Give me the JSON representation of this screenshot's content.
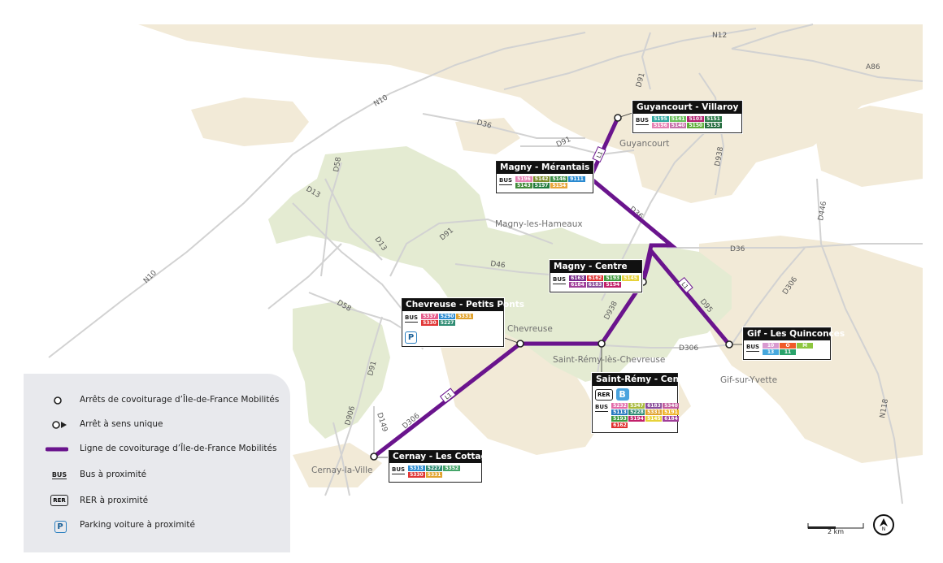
{
  "colors": {
    "line": "#6a148d",
    "urban": "#f2ead7",
    "green": "#e5ecd3",
    "road": "#d2d2d2"
  },
  "roads": [
    "N12",
    "A86",
    "N10",
    "N10",
    "D36",
    "D91",
    "D91",
    "D91",
    "D91",
    "D938",
    "D938",
    "D58",
    "D58",
    "D13",
    "D13",
    "D36",
    "D46",
    "D36",
    "D95",
    "D306",
    "D306",
    "D306",
    "D446",
    "N118",
    "D906",
    "D149"
  ],
  "towns": [
    "Guyancourt",
    "Magny-les-Hameaux",
    "Chevreuse",
    "Saint-Rémy-lès-Chevreuse",
    "Gif-sur-Yvette",
    "Cernay-la-Ville"
  ],
  "line_label": "L1",
  "stops": [
    {
      "name": "Guyancourt - Villaroy",
      "modes": [
        {
          "mode": "BUS",
          "lines": [
            {
              "l": "5195",
              "c": "#2fa79f"
            },
            {
              "l": "5141",
              "c": "#69bf5a"
            },
            {
              "l": "5103",
              "c": "#b02170"
            },
            {
              "l": "5151",
              "c": "#2c7a49"
            },
            {
              "l": "5196",
              "c": "#e580b3"
            },
            {
              "l": "5140",
              "c": "#c670a9"
            },
            {
              "l": "5150",
              "c": "#5fae3c"
            },
            {
              "l": "5153",
              "c": "#246c3e"
            }
          ]
        }
      ]
    },
    {
      "name": "Magny - Mérantais",
      "modes": [
        {
          "mode": "BUS",
          "lines": [
            {
              "l": "5196",
              "c": "#e580b3"
            },
            {
              "l": "5142",
              "c": "#7c8d2b"
            },
            {
              "l": "5146",
              "c": "#3c8d46"
            },
            {
              "l": "9111",
              "c": "#2a8ad1"
            },
            {
              "l": "5143",
              "c": "#438b3b"
            },
            {
              "l": "5197",
              "c": "#227c3e"
            },
            {
              "l": "5154",
              "c": "#e9a63c"
            }
          ]
        }
      ]
    },
    {
      "name": "Magny - Centre",
      "modes": [
        {
          "mode": "BUS",
          "lines": [
            {
              "l": "6163",
              "c": "#7a2a8b"
            },
            {
              "l": "6162",
              "c": "#e03030"
            },
            {
              "l": "5193",
              "c": "#3f9a3d"
            },
            {
              "l": "5145",
              "c": "#e7d23a"
            },
            {
              "l": "6184",
              "c": "#a03e99"
            },
            {
              "l": "6183",
              "c": "#8a4c9a"
            },
            {
              "l": "5194",
              "c": "#c2206a"
            }
          ]
        }
      ]
    },
    {
      "name": "Chevreuse - Petits Ponts",
      "modes": [
        {
          "mode": "BUS",
          "lines": [
            {
              "l": "5337",
              "c": "#e55a8a"
            },
            {
              "l": "5290",
              "c": "#2b8bd1"
            },
            {
              "l": "5331",
              "c": "#e1a32f"
            },
            {
              "l": "5330",
              "c": "#e03535"
            },
            {
              "l": "5227",
              "c": "#2e8c73"
            }
          ]
        }
      ],
      "parking": "P"
    },
    {
      "name": "Gif - Les Quinconces",
      "modes": [
        {
          "mode": "BUS",
          "lines": [
            {
              "l": "10",
              "c": "#d99ad0"
            },
            {
              "l": "O",
              "c": "#f05a28"
            },
            {
              "l": "M",
              "c": "#8dc63f"
            },
            {
              "l": "13",
              "c": "#47a8dd"
            },
            {
              "l": "11",
              "c": "#2aa36b"
            }
          ]
        }
      ]
    },
    {
      "name": "Saint-Rémy - Centre",
      "rer": "RER",
      "rer_line": "B",
      "modes": [
        {
          "mode": "BUS",
          "lines": [
            {
              "l": "5232",
              "c": "#e26aa9"
            },
            {
              "l": "5347",
              "c": "#a8b93a"
            },
            {
              "l": "6183",
              "c": "#8a4c9a"
            },
            {
              "l": "5340",
              "c": "#c25b9c"
            },
            {
              "l": "5113",
              "c": "#2a7bc0"
            },
            {
              "l": "5228",
              "c": "#2e8c73"
            },
            {
              "l": "5331",
              "c": "#e1a32f"
            },
            {
              "l": "5191",
              "c": "#f0b42c"
            },
            {
              "l": "5193",
              "c": "#3f9a3d"
            },
            {
              "l": "5194",
              "c": "#c2206a"
            },
            {
              "l": "5145",
              "c": "#e7d23a"
            },
            {
              "l": "6184",
              "c": "#a03e99"
            },
            {
              "l": "6162",
              "c": "#e03030"
            }
          ]
        }
      ]
    },
    {
      "name": "Cernay - Les Cottages",
      "modes": [
        {
          "mode": "BUS",
          "lines": [
            {
              "l": "5313",
              "c": "#2b8bd1"
            },
            {
              "l": "5227",
              "c": "#2e8c73"
            },
            {
              "l": "5352",
              "c": "#46a66a"
            },
            {
              "l": "5330",
              "c": "#e03535"
            },
            {
              "l": "5331",
              "c": "#e1a32f"
            }
          ]
        }
      ]
    }
  ],
  "legend": {
    "items": [
      {
        "icon": "stop-circle-icon",
        "label": "Arrêts de covoiturage d’Île-de-France Mobilités"
      },
      {
        "icon": "one-way-stop-icon",
        "label": "Arrêt à sens unique"
      },
      {
        "icon": "carpool-line-icon",
        "label": "Ligne de covoiturage d’Île-de-France Mobilités"
      },
      {
        "icon": "bus-icon",
        "label": "Bus à proximité",
        "tag": "BUS"
      },
      {
        "icon": "rer-icon",
        "label": "RER à proximité",
        "tag": "RER"
      },
      {
        "icon": "parking-icon",
        "label": "Parking voiture à proximité",
        "tag": "P"
      }
    ]
  },
  "scale": "2 km",
  "north": "N"
}
